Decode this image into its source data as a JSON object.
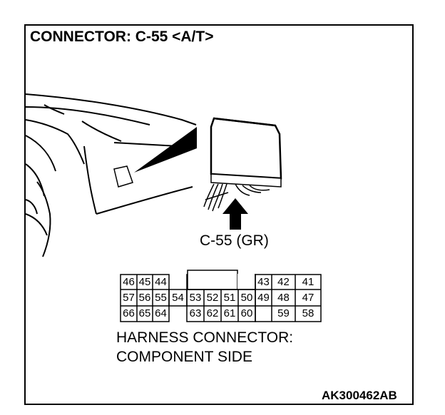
{
  "title": "CONNECTOR: C-55 <A/T>",
  "connector_callout": "C-55 (GR)",
  "view_label_line1": "HARNESS CONNECTOR:",
  "view_label_line2": "COMPONENT SIDE",
  "figure_code": "AK300462AB",
  "pins": {
    "row1_left": [
      "46",
      "45",
      "44"
    ],
    "row1_right": [
      "43",
      "42",
      "41"
    ],
    "row2": [
      "57",
      "56",
      "55",
      "54",
      "53",
      "52",
      "51",
      "50",
      "49",
      "48",
      "47"
    ],
    "row3_left": [
      "66",
      "65",
      "64"
    ],
    "row3_mid": [
      "63",
      "62",
      "61",
      "60"
    ],
    "row3_right": [
      "59",
      "58"
    ]
  }
}
